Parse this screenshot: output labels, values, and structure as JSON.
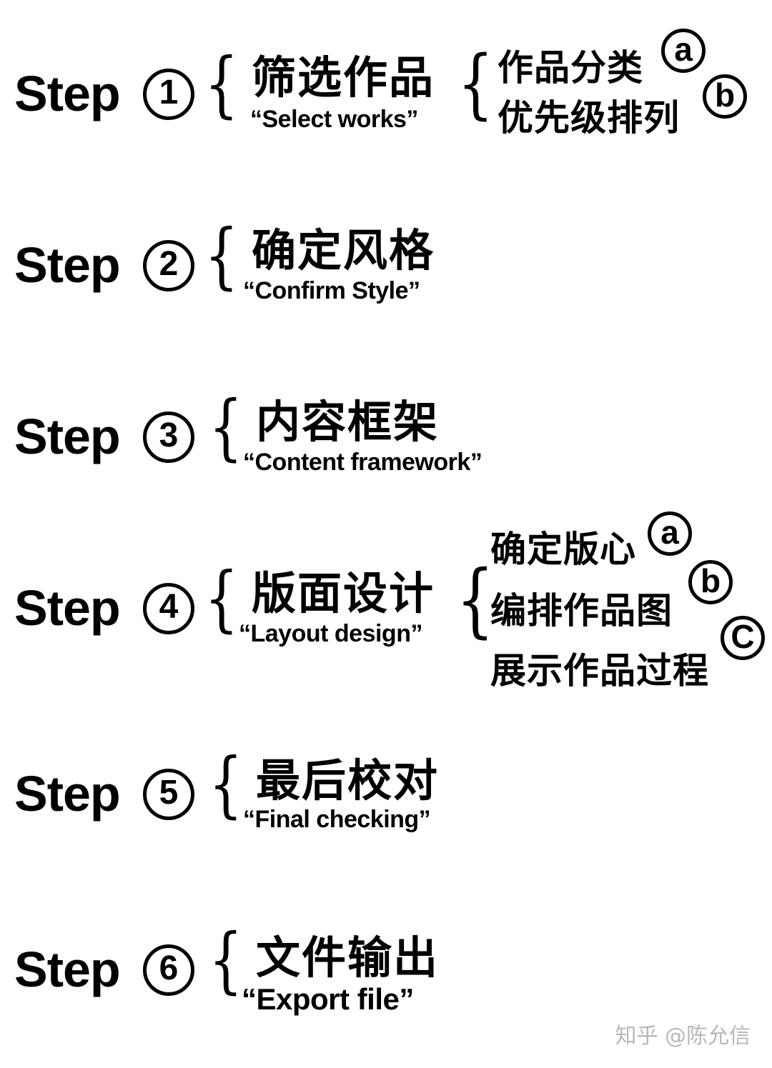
{
  "steps": [
    {
      "word": "Step",
      "num": "1",
      "title": "筛选作品",
      "subtitle": "“Select works”",
      "subitems": [
        {
          "text": "作品分类",
          "marker": "a"
        },
        {
          "text": "优先级排列",
          "marker": "b"
        }
      ]
    },
    {
      "word": "Step",
      "num": "2",
      "title": "确定风格",
      "subtitle": "“Confirm Style”"
    },
    {
      "word": "Step",
      "num": "3",
      "title": "内容框架",
      "subtitle": "“Content framework”"
    },
    {
      "word": "Step",
      "num": "4",
      "title": "版面设计",
      "subtitle": "“Layout design”",
      "subitems": [
        {
          "text": "确定版心",
          "marker": "a"
        },
        {
          "text": "编排作品图",
          "marker": "b"
        },
        {
          "text": "展示作品过程",
          "marker": "C"
        }
      ]
    },
    {
      "word": "Step",
      "num": "5",
      "title": "最后校对",
      "subtitle": "“Final checking”"
    },
    {
      "word": "Step",
      "num": "6",
      "title": "文件输出",
      "subtitle": "“Export file”"
    }
  ],
  "watermark": "知乎 @陈允信"
}
